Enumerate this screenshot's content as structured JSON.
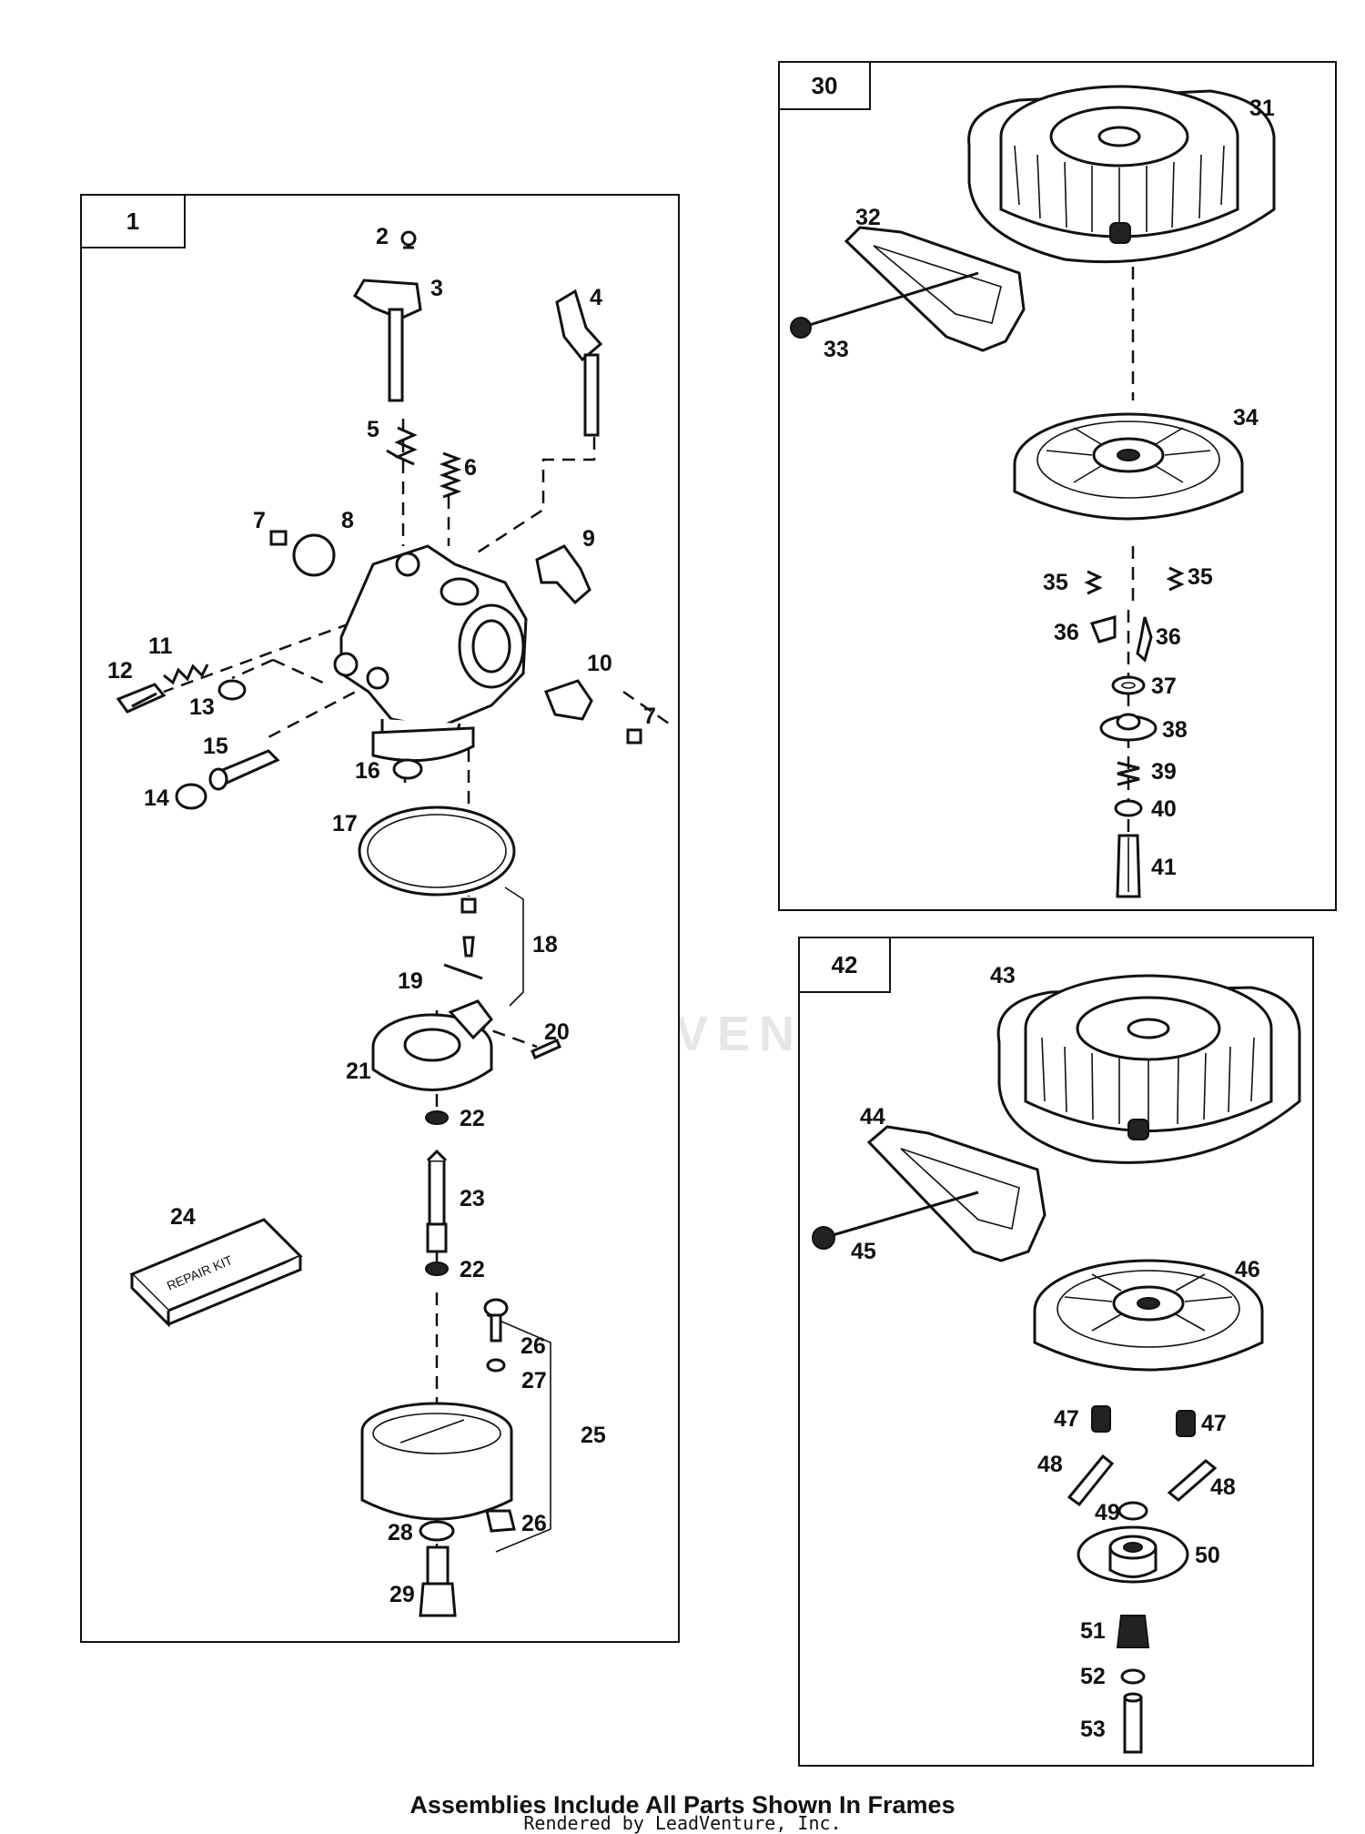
{
  "frames": [
    {
      "id": "1"
    },
    {
      "id": "30"
    },
    {
      "id": "42"
    }
  ],
  "callouts": {
    "c2": "2",
    "c3": "3",
    "c4": "4",
    "c5": "5",
    "c6": "6",
    "c7a": "7",
    "c7b": "7",
    "c8": "8",
    "c9": "9",
    "c10": "10",
    "c11": "11",
    "c12": "12",
    "c13": "13",
    "c14": "14",
    "c15": "15",
    "c16": "16",
    "c17": "17",
    "c18": "18",
    "c19": "19",
    "c20": "20",
    "c21": "21",
    "c22a": "22",
    "c22b": "22",
    "c23": "23",
    "c24": "24",
    "c25": "25",
    "c26a": "26",
    "c26b": "26",
    "c27": "27",
    "c28": "28",
    "c29": "29",
    "c31": "31",
    "c32": "32",
    "c33": "33",
    "c34": "34",
    "c35a": "35",
    "c35b": "35",
    "c36a": "36",
    "c36b": "36",
    "c37": "37",
    "c38": "38",
    "c39": "39",
    "c40": "40",
    "c41": "41",
    "c43": "43",
    "c44": "44",
    "c45": "45",
    "c46": "46",
    "c47a": "47",
    "c47b": "47",
    "c48a": "48",
    "c48b": "48",
    "c49": "49",
    "c50": "50",
    "c51": "51",
    "c52": "52",
    "c53": "53"
  },
  "repair_kit_label": "REPAIR KIT",
  "watermark": "LEADVENTURE",
  "footer": {
    "caption": "Assemblies Include All Parts Shown In Frames",
    "credit": "Rendered by LeadVenture, Inc."
  }
}
